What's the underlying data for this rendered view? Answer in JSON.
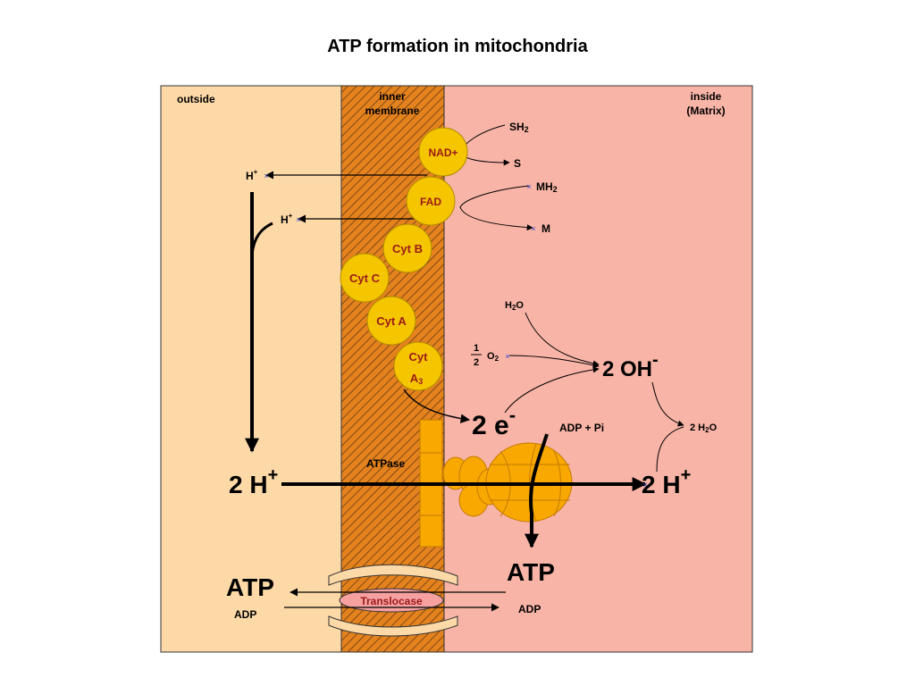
{
  "title": "ATP formation in mitochondria",
  "regions": {
    "outside": "outside",
    "membrane_line1": "inner",
    "membrane_line2": "membrane",
    "inside_line1": "inside",
    "inside_line2": "(Matrix)"
  },
  "carriers": {
    "nad": "NAD+",
    "fad": "FAD",
    "cytb": "Cyt B",
    "cytc": "Cyt C",
    "cyta": "Cyt A",
    "cyta3_line1": "Cyt",
    "cyta3_line2": "A",
    "cyta3_sub": "3"
  },
  "substrates": {
    "sh2_base": "SH",
    "sh2_sub": "2",
    "s": "S",
    "mh2_base": "MH",
    "mh2_sub": "2",
    "m": "M"
  },
  "protons": {
    "h": "H",
    "plus": "+",
    "two_h": "2 H"
  },
  "water": {
    "h2o_h": "H",
    "h2o_sub": "2",
    "h2o_o": "O",
    "half_num": "1",
    "half_den": "2",
    "o2_o": "O",
    "o2_sub": "2",
    "two_oh": "2 OH",
    "minus": "-",
    "two_e": "2 e",
    "e_minus": "-",
    "two_h2o_prefix": "2 H",
    "two_h2o_sub": "2",
    "two_h2o_suffix": "O"
  },
  "atp": {
    "atpase": "ATPase",
    "adp_pi": "ADP + Pi",
    "atp": "ATP",
    "adp": "ADP",
    "translocase": "Translocase"
  },
  "colors": {
    "outside": "#FDD9A8",
    "membrane": "#E4821E",
    "matrix": "#F8B4A6",
    "carrier": "#F5C500",
    "carrier_text": "#9B1A1A",
    "atpase": "#F8A800",
    "translocase": "#F6A0A0"
  }
}
